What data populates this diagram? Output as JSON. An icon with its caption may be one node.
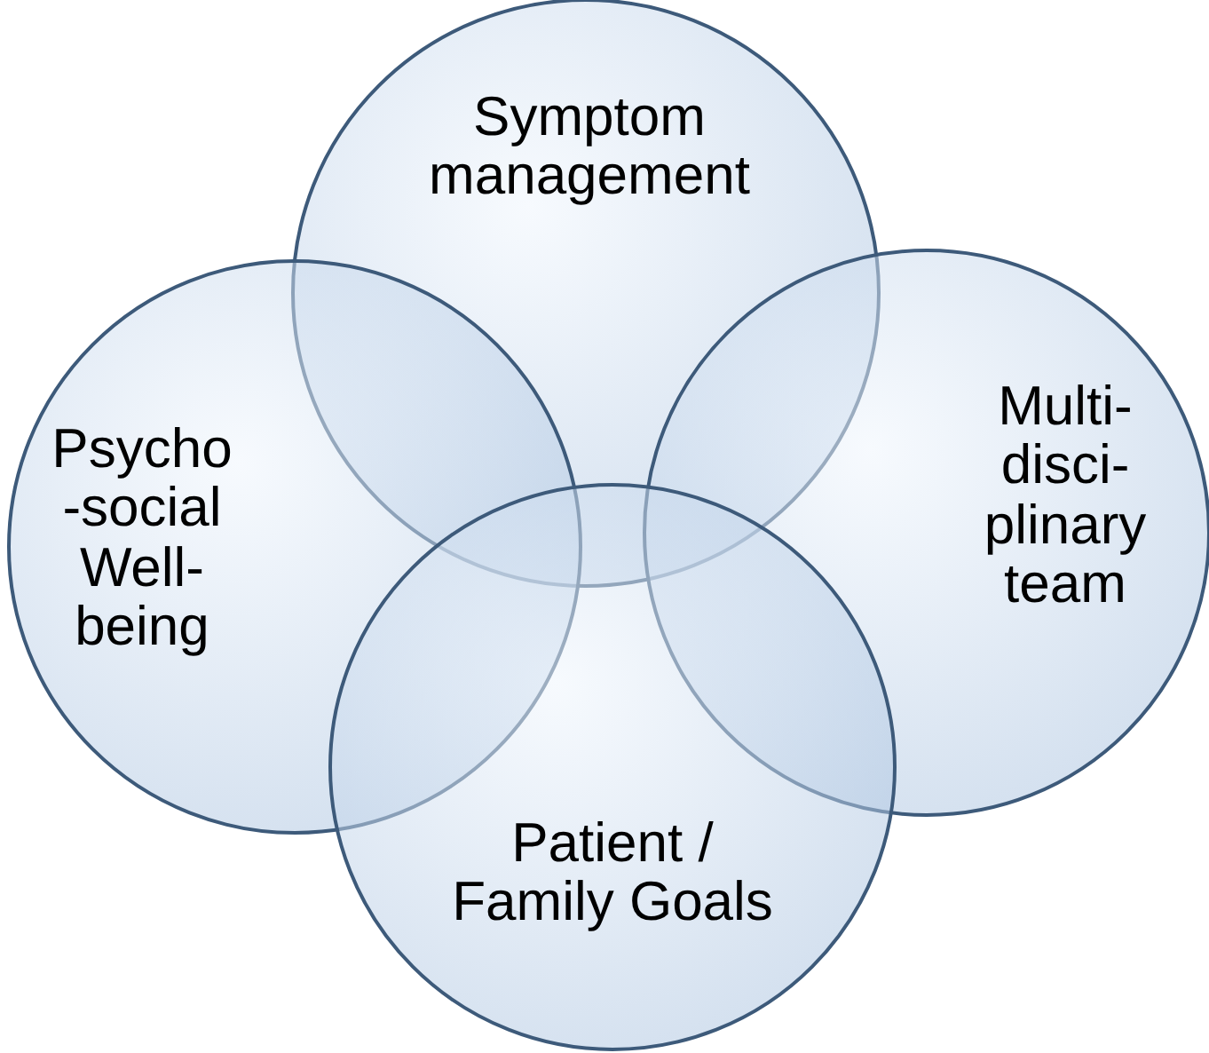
{
  "diagram": {
    "nodes": [
      {
        "text": [
          "Symptom management"
        ]
      },
      {
        "text": [
          "Psycho -social Well-being"
        ]
      },
      {
        "text": [
          "Multi- disci- plinary team"
        ]
      },
      {
        "text": [
          "Patient / Family Goals"
        ]
      }
    ]
  }
}
